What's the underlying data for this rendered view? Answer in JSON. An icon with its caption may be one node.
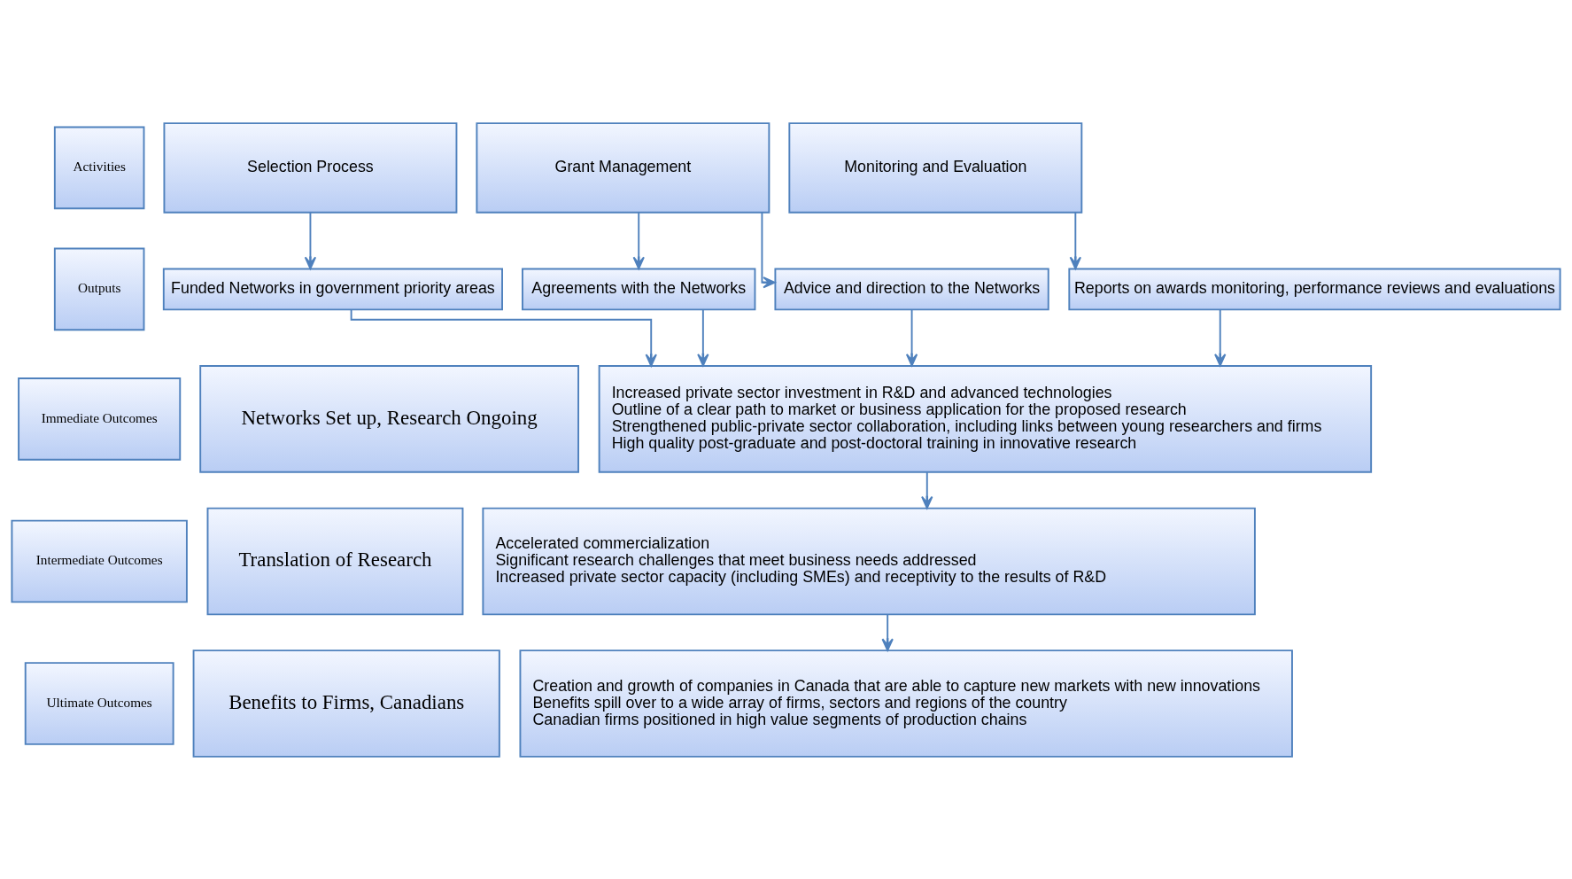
{
  "diagram": {
    "nodes": [
      {
        "text": [
          "Activities"
        ]
      },
      {
        "text": [
          "Selection Process"
        ]
      },
      {
        "text": [
          "Grant Management"
        ]
      },
      {
        "text": [
          "Monitoring and Evaluation"
        ]
      },
      {
        "text": [
          "Outputs"
        ]
      },
      {
        "text": [
          "Funded Networks in government priority areas"
        ]
      },
      {
        "text": [
          "Agreements with the Networks"
        ]
      },
      {
        "text": [
          "Advice and direction to the Networks"
        ]
      },
      {
        "text": [
          "Reports on awards monitoring, performance reviews and evaluations"
        ]
      },
      {
        "text": [
          "Immediate Outcomes"
        ]
      },
      {
        "text": [
          "Networks Set up, Research Ongoing"
        ]
      },
      {
        "text": [
          "Increased private sector investment in R&D and advanced technologies",
          "Outline of a clear path to market or business application for the proposed research",
          "Strengthened public-private sector collaboration, including links between young researchers and firms",
          "High quality post-graduate and post-doctoral training in innovative research"
        ]
      },
      {
        "text": [
          "Intermediate Outcomes"
        ]
      },
      {
        "text": [
          "Translation of Research"
        ]
      },
      {
        "text": [
          "Accelerated commercialization",
          "Significant research challenges that meet business needs addressed",
          "Increased private sector capacity (including SMEs) and receptivity to the results of R&D"
        ]
      },
      {
        "text": [
          "Ultimate Outcomes"
        ]
      },
      {
        "text": [
          "Benefits to Firms, Canadians"
        ]
      },
      {
        "text": [
          "Creation and growth of companies in Canada that are able to capture new markets with new innovations",
          "Benefits spill over to a wide array of firms, sectors and regions of the country",
          "Canadian firms positioned in high value segments of production chains"
        ]
      }
    ],
    "edges": [
      {
        "from": 1,
        "to": 5,
        "arrow": "to"
      },
      {
        "from": 2,
        "to": 6,
        "arrow": "to"
      },
      {
        "from": 2,
        "to": 7,
        "arrow": "to"
      },
      {
        "from": 3,
        "to": 8,
        "arrow": "to"
      },
      {
        "from": 5,
        "to": 11,
        "arrow": "to"
      },
      {
        "from": 6,
        "to": 11,
        "arrow": "to"
      },
      {
        "from": 7,
        "to": 11,
        "arrow": "to"
      },
      {
        "from": 8,
        "to": 11,
        "arrow": "to"
      },
      {
        "from": 11,
        "to": 14,
        "arrow": "to"
      },
      {
        "from": 14,
        "to": 17,
        "arrow": "to"
      }
    ]
  }
}
